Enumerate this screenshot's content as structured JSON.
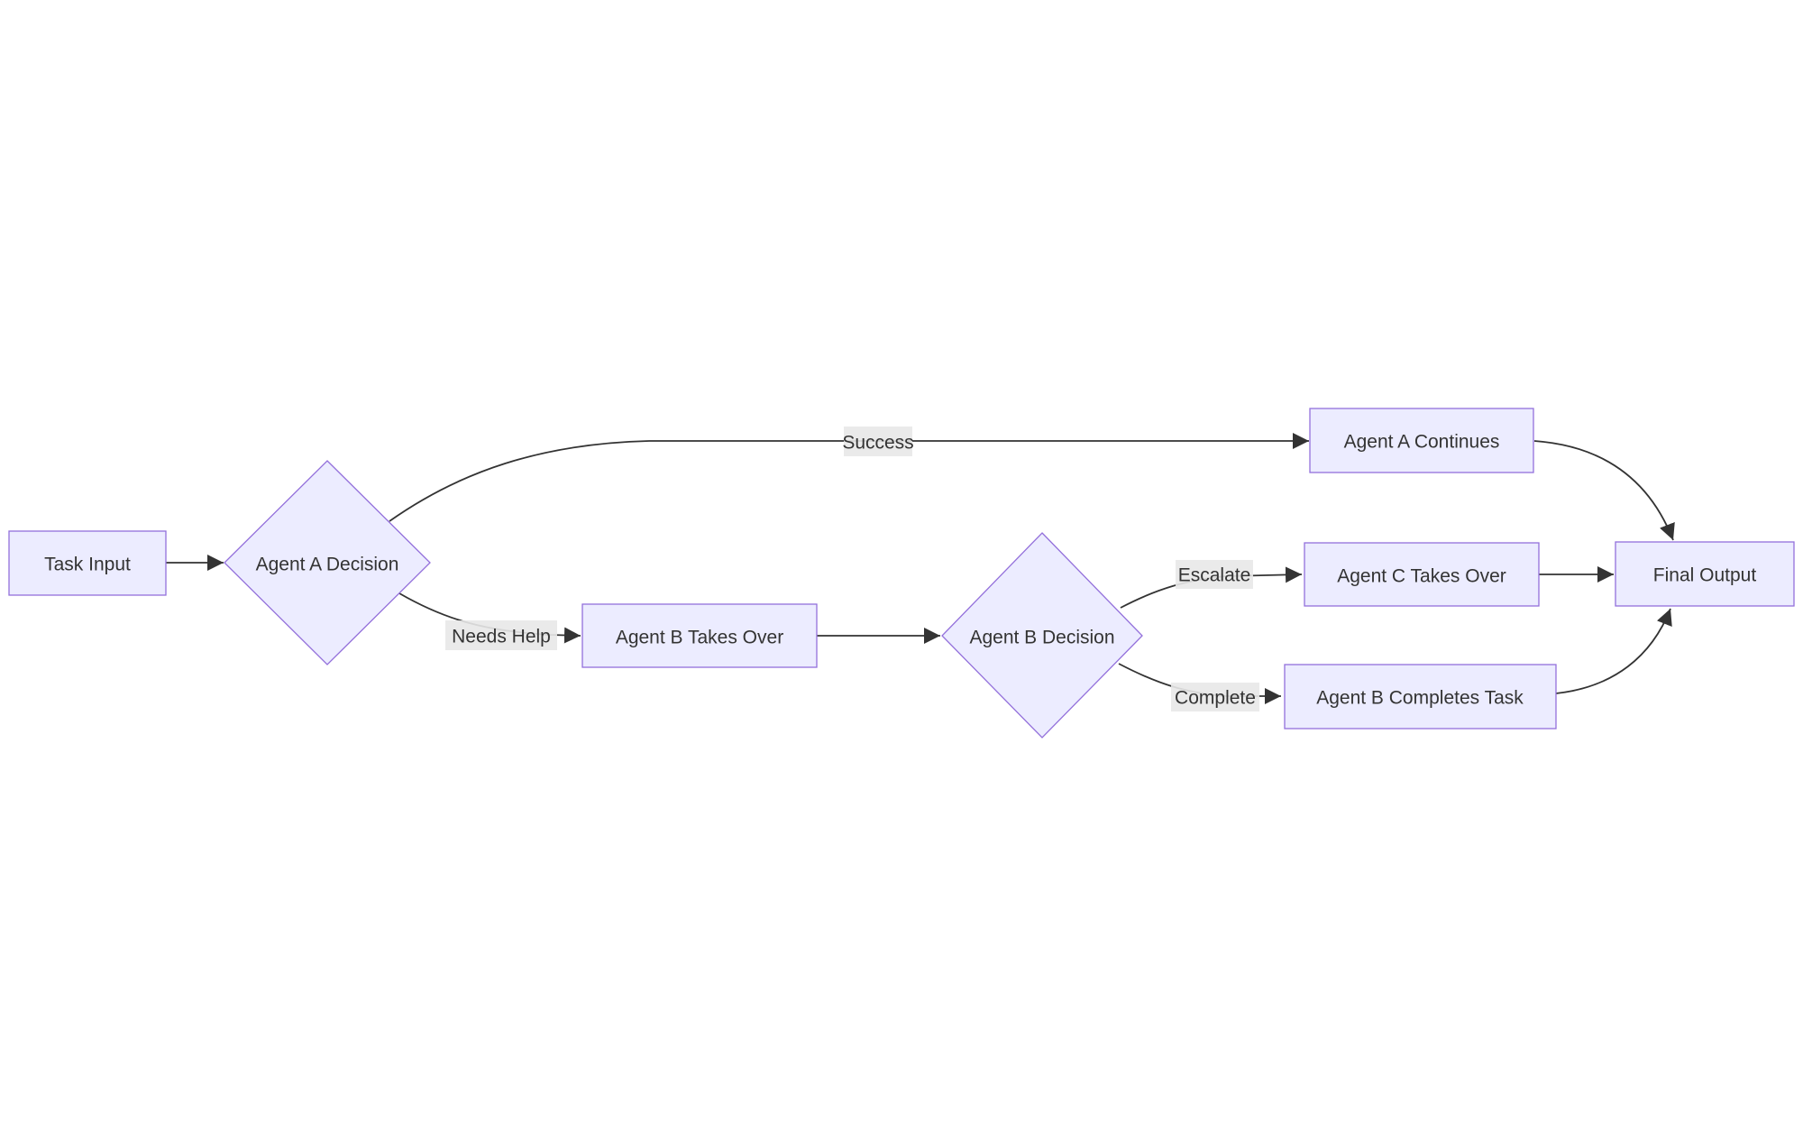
{
  "diagram": {
    "type": "flowchart",
    "direction": "left-to-right",
    "nodes": [
      {
        "id": "task-input",
        "label": "Task Input",
        "shape": "rect"
      },
      {
        "id": "agent-a-decision",
        "label": "Agent A Decision",
        "shape": "diamond"
      },
      {
        "id": "agent-a-continues",
        "label": "Agent A Continues",
        "shape": "rect"
      },
      {
        "id": "agent-b-takes-over",
        "label": "Agent B Takes Over",
        "shape": "rect"
      },
      {
        "id": "agent-b-decision",
        "label": "Agent B Decision",
        "shape": "diamond"
      },
      {
        "id": "agent-c-takes-over",
        "label": "Agent C Takes Over",
        "shape": "rect"
      },
      {
        "id": "agent-b-completes-task",
        "label": "Agent B Completes Task",
        "shape": "rect"
      },
      {
        "id": "final-output",
        "label": "Final Output",
        "shape": "rect"
      }
    ],
    "edges": [
      {
        "from": "task-input",
        "to": "agent-a-decision",
        "label": ""
      },
      {
        "from": "agent-a-decision",
        "to": "agent-a-continues",
        "label": "Success"
      },
      {
        "from": "agent-a-decision",
        "to": "agent-b-takes-over",
        "label": "Needs Help"
      },
      {
        "from": "agent-b-takes-over",
        "to": "agent-b-decision",
        "label": ""
      },
      {
        "from": "agent-b-decision",
        "to": "agent-c-takes-over",
        "label": "Escalate"
      },
      {
        "from": "agent-b-decision",
        "to": "agent-b-completes-task",
        "label": "Complete"
      },
      {
        "from": "agent-a-continues",
        "to": "final-output",
        "label": ""
      },
      {
        "from": "agent-c-takes-over",
        "to": "final-output",
        "label": ""
      },
      {
        "from": "agent-b-completes-task",
        "to": "final-output",
        "label": ""
      }
    ],
    "colors": {
      "node_fill": "#ECECFF",
      "node_border": "#9370DB",
      "edge_line": "#333333",
      "edge_label_background": "#e8e8e8",
      "text": "#333333",
      "background": "#ffffff"
    }
  }
}
